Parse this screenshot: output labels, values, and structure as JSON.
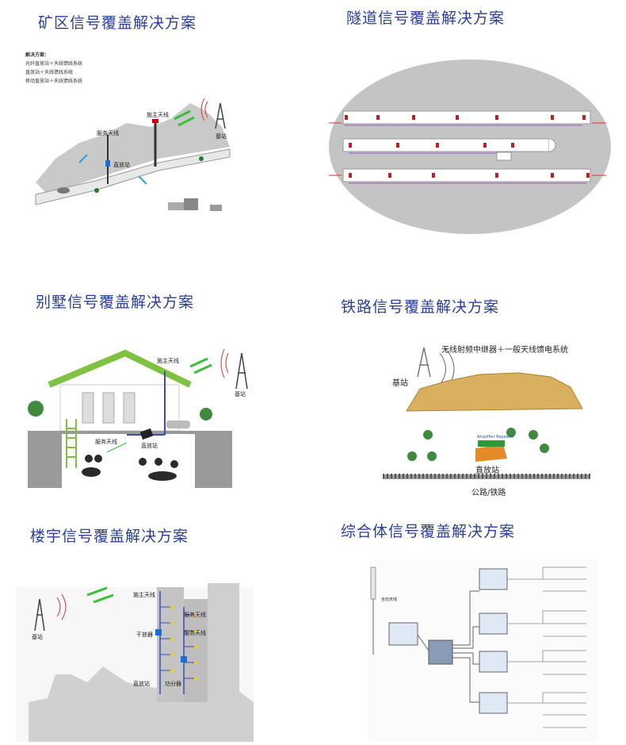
{
  "panels": {
    "mine": {
      "title": "矿区信号覆盖解决方案",
      "notes": [
        "解决方案：",
        "光纤直放站＋天线馈线系统",
        "直放站＋天线馈线系统",
        "移动直放站＋天线馈线系统"
      ],
      "labels": {
        "service_antenna": "服务天线",
        "donor_antenna": "施主天线",
        "repeater": "直放站",
        "base_station": "基站"
      }
    },
    "tunnel": {
      "title": "隧道信号覆盖解决方案"
    },
    "villa": {
      "title": "别墅信号覆盖解决方案",
      "labels": {
        "donor_antenna": "施主天线",
        "service_antenna": "服务天线",
        "repeater": "直放站",
        "base_station": "基站"
      }
    },
    "railway": {
      "title": "铁路信号覆盖解决方案",
      "labels": {
        "system": "无线射频中继器＋一般天线馈电系统",
        "base_station": "基站",
        "repeater": "直放站",
        "road": "公路/铁路",
        "device_text": "Amplifier Repeater"
      }
    },
    "building": {
      "title": "楼宇信号覆盖解决方案",
      "labels": {
        "donor_antenna": "施主天线",
        "service_antenna1": "服务天线",
        "service_antenna2": "服务天线",
        "trunk_amp": "干放器",
        "repeater": "直放站",
        "splitter": "功分器",
        "base_station": "基站"
      }
    },
    "complex": {
      "title": "综合体信号覆盖解决方案",
      "labels": {
        "donor_antenna": "全向天线"
      }
    }
  },
  "colors": {
    "title": "#2b3f9e",
    "mountain": "#c9c9c9",
    "road": "#e8e8e8",
    "roof": "#7fc241",
    "ground": "#9a9a9a",
    "signal": "#e03030",
    "arrow": "#3bbf3b",
    "sand": "#d8b060",
    "tunnel_bg": "#c4c4c4",
    "cable": "#3a4bbf"
  }
}
